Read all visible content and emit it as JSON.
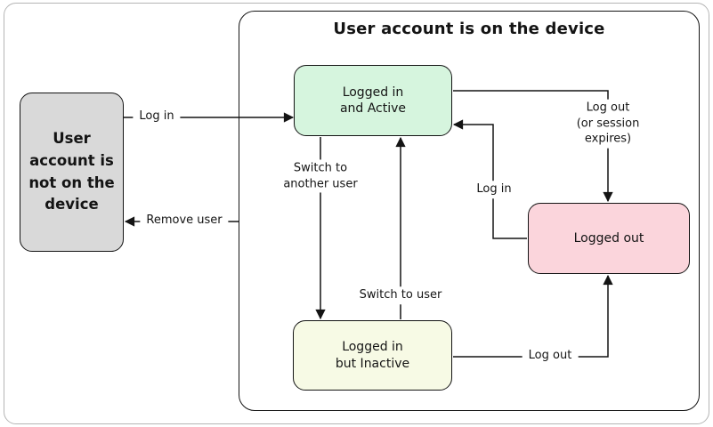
{
  "colors": {
    "background": "#ffffff",
    "frame_border": "#b5b5b5",
    "box_border": "#141414",
    "arrow_line": "#141414",
    "state_fills": {
      "not_on_device": "#d9d9d9",
      "logged_in_active": "#d6f5de",
      "logged_in_inactive": "#f7fae5",
      "logged_out": "#fbd5dc"
    }
  },
  "group": {
    "title": "User account is on the device"
  },
  "states": {
    "not_on_device": {
      "label": "User\naccount is\nnot on the\ndevice",
      "fill": "#d9d9d9"
    },
    "logged_in_active": {
      "label": "Logged in\nand Active",
      "fill": "#d6f5de"
    },
    "logged_in_inactive": {
      "label": "Logged in\nbut Inactive",
      "fill": "#f7fae5"
    },
    "logged_out": {
      "label": "Logged out",
      "fill": "#fbd5dc"
    }
  },
  "transitions": {
    "log_in": {
      "label": "Log in"
    },
    "remove_user": {
      "label": "Remove user"
    },
    "switch_to_another_user": {
      "label": "Switch to\nanother user"
    },
    "switch_to_user": {
      "label": "Switch to user"
    },
    "log_in_from_logged_out": {
      "label": "Log in"
    },
    "log_out_or_session_expires": {
      "label": "Log out\n(or session expires)"
    },
    "log_out": {
      "label": "Log out"
    }
  }
}
